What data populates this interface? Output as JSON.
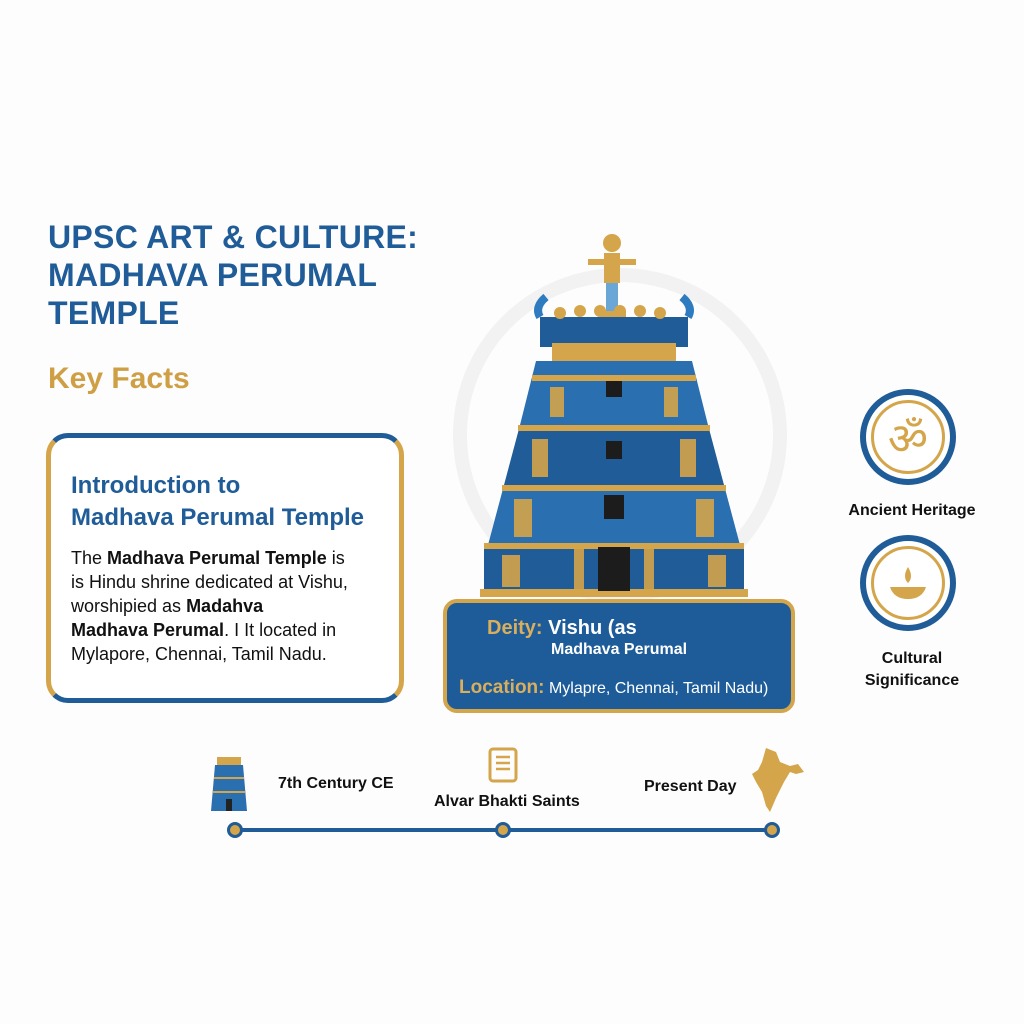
{
  "title": {
    "line1": "UPSC ART & CULTURE:",
    "line2": "MADHAVA PERUMAL",
    "line3": "TEMPLE"
  },
  "key_facts": "Key Facts",
  "intro": {
    "heading1": "Introduction to",
    "heading2": "Madhava Perumal Temple",
    "p1": "The ",
    "p1b": "Madhava Perumal Temple",
    " p1c": "",
    "p1_end": " is",
    "p2": "is Hindu shrine dedicated at Vishu,",
    "p3": "worshipied as ",
    "p3b": "Madahva",
    "p4b": "Madhava Perumal",
    "p4": ". I It located in",
    "p5": "Mylapore, Chennai, Tamil Nadu."
  },
  "info": {
    "deity_label": "Deity:",
    "deity_value1": "Vishu (as",
    "deity_value2": "Madhava Perumal",
    "location_label": "Location:",
    "location_value": "Mylapre, Chennai, Tamil Nadu)"
  },
  "badges": [
    {
      "icon": "om-icon",
      "glyph": "ॐ",
      "caption": "Ancient Heritage"
    },
    {
      "icon": "diya-lamp-icon",
      "caption1": "Cultural",
      "caption2": "Significance"
    }
  ],
  "timeline": [
    {
      "label": "7th Century CE",
      "icon": "temple-icon"
    },
    {
      "label": "Alvar Bhakti Saints",
      "icon": "scroll-document-icon"
    },
    {
      "label": "Present Day",
      "icon": "india-map-icon"
    }
  ],
  "colors": {
    "blue": "#1f5c98",
    "gold": "#d4a54a"
  }
}
